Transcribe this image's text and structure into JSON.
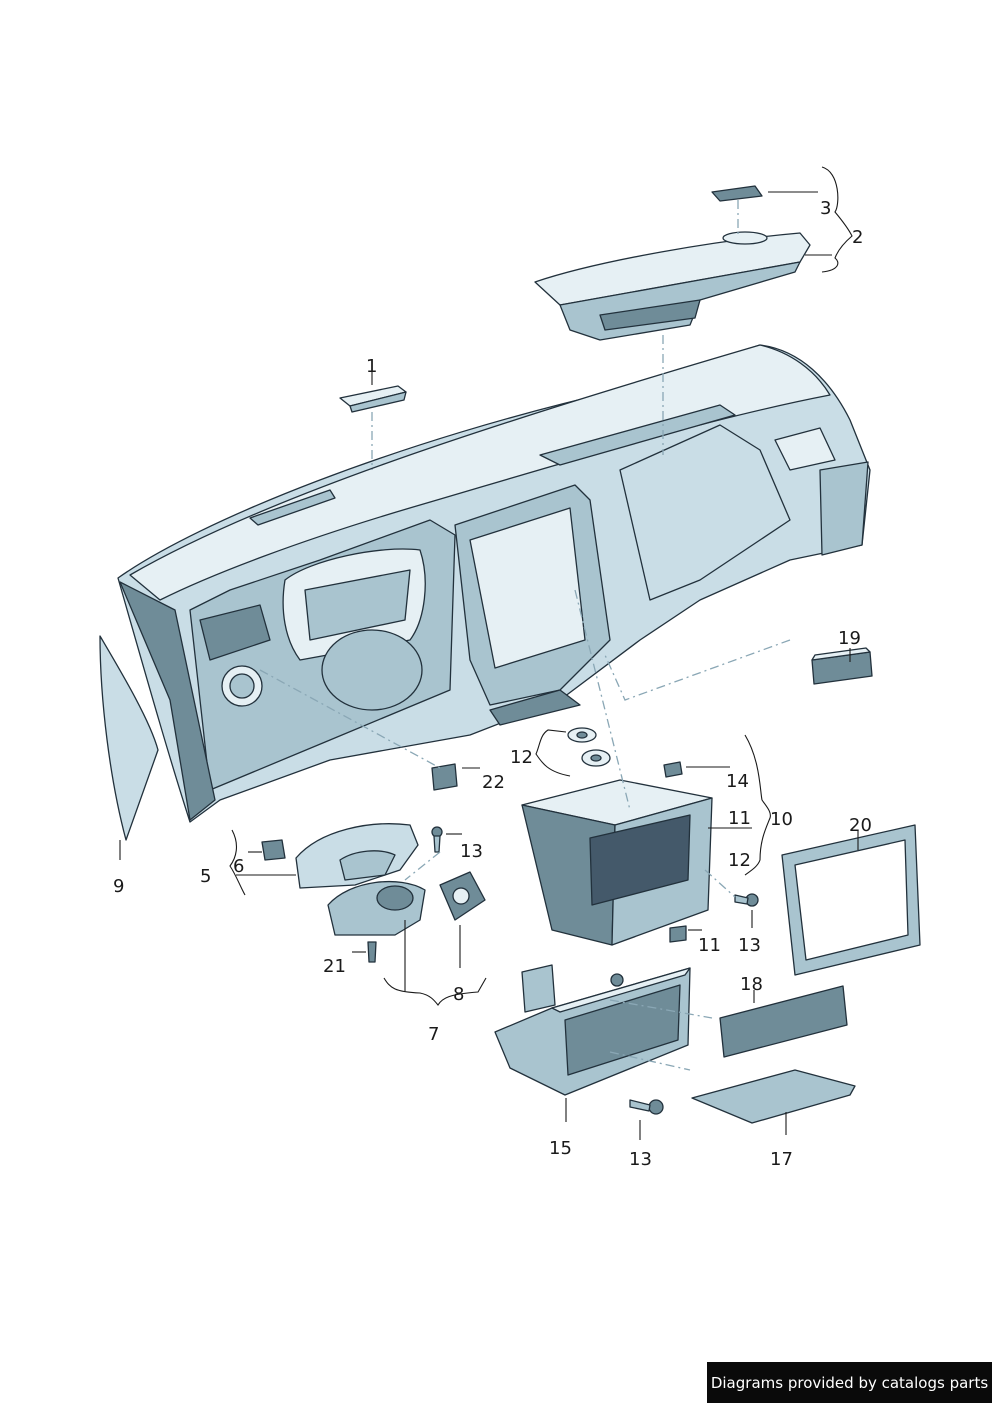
{
  "diagram": {
    "callouts": [
      {
        "id": "c1",
        "label": "1"
      },
      {
        "id": "c2",
        "label": "2"
      },
      {
        "id": "c3",
        "label": "3"
      },
      {
        "id": "c5",
        "label": "5"
      },
      {
        "id": "c6",
        "label": "6"
      },
      {
        "id": "c7",
        "label": "7"
      },
      {
        "id": "c8",
        "label": "8"
      },
      {
        "id": "c9",
        "label": "9"
      },
      {
        "id": "c10",
        "label": "10"
      },
      {
        "id": "c11a",
        "label": "11"
      },
      {
        "id": "c11b",
        "label": "11"
      },
      {
        "id": "c12a",
        "label": "12"
      },
      {
        "id": "c12b",
        "label": "12"
      },
      {
        "id": "c13a",
        "label": "13"
      },
      {
        "id": "c13b",
        "label": "13"
      },
      {
        "id": "c13c",
        "label": "13"
      },
      {
        "id": "c14",
        "label": "14"
      },
      {
        "id": "c15",
        "label": "15"
      },
      {
        "id": "c17",
        "label": "17"
      },
      {
        "id": "c18",
        "label": "18"
      },
      {
        "id": "c19",
        "label": "19"
      },
      {
        "id": "c20",
        "label": "20"
      },
      {
        "id": "c21",
        "label": "21"
      },
      {
        "id": "c22",
        "label": "22"
      }
    ]
  },
  "footer": {
    "text": "Diagrams provided by catalogs parts"
  }
}
